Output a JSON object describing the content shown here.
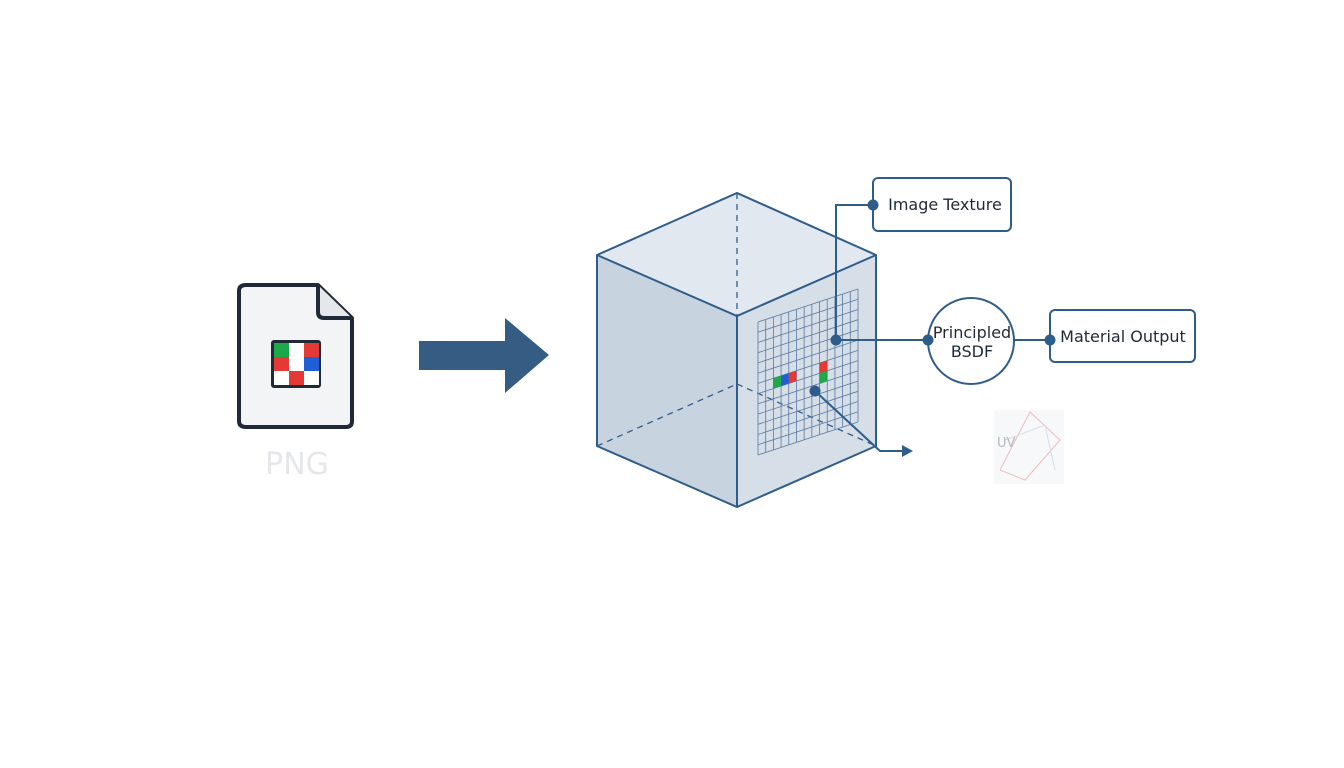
{
  "file_icon": {
    "format_label": "PNG",
    "swatch_colors": [
      "#1fa84a",
      "#ffffff",
      "#e53935",
      "#e53935",
      "#ffffff",
      "#1e5fd6",
      "#ffffff",
      "#e53935",
      "#ffffff"
    ]
  },
  "nodes": {
    "image_texture": "Image Texture",
    "principled_bsdf_line1": "Principled",
    "principled_bsdf_line2": "BSDF",
    "material_output": "Material Output",
    "uv_label": "UV"
  },
  "colors": {
    "accent": "#2f5d8a",
    "arrow": "#355c82",
    "cube_front": "#c8d3e0",
    "cube_side": "#d6dee8",
    "cube_top": "#e2e8f0",
    "texel_green": "#1fa84a",
    "texel_blue": "#1e5fd6",
    "texel_red": "#e53935"
  }
}
